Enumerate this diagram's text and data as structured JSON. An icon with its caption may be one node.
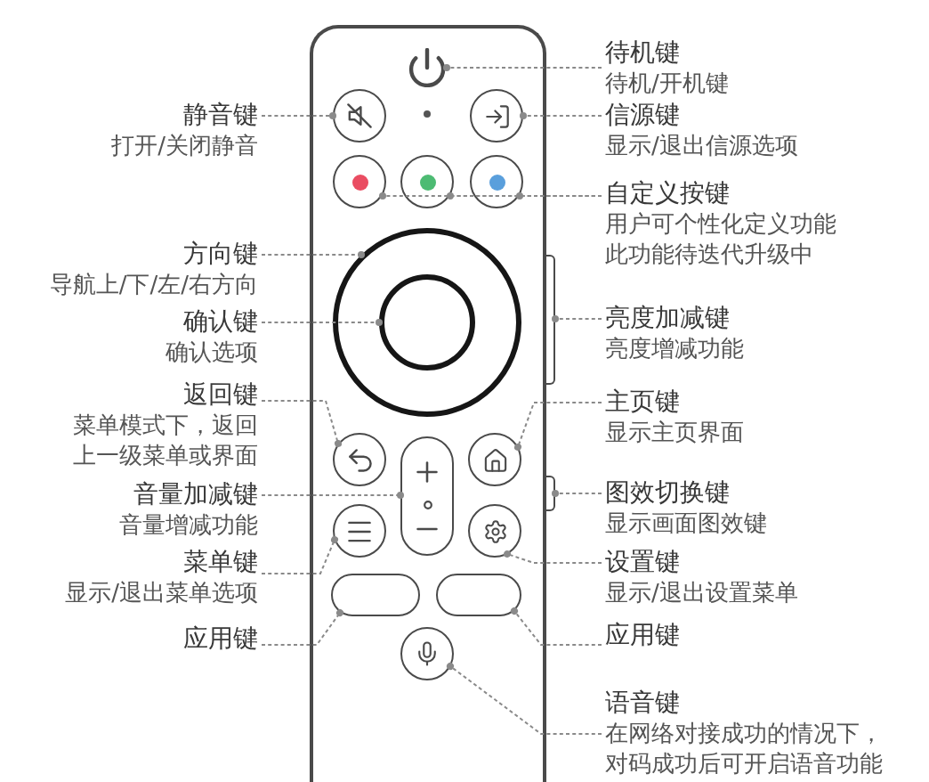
{
  "diagram": {
    "nodes": [
      {
        "text": [],
        "shape": "picture"
      },
      {
        "text": [
          "待机键",
          "待机/开机键"
        ]
      },
      {
        "text": [],
        "shape": "circle"
      },
      {
        "text": [
          "静音键",
          "打开/关闭静音"
        ]
      },
      {
        "text": [],
        "shape": "circle"
      },
      {
        "text": [
          "信源键",
          "显示/退出信源选项"
        ]
      },
      {
        "text": [],
        "shape": "circle"
      },
      {
        "text": [],
        "shape": "circle"
      },
      {
        "text": [],
        "shape": "circle"
      },
      {
        "text": [
          "自定义按键",
          "用户可个性化定义功能",
          "此功能待迭代升级中"
        ]
      },
      {
        "text": [],
        "shape": "circle"
      },
      {
        "text": [
          "方向键",
          "导航上/下/左/右方向"
        ]
      },
      {
        "text": [],
        "shape": "circle",
        "in": 10
      },
      {
        "text": [
          "确认键",
          "确认选项"
        ]
      },
      {
        "text": [],
        "shape": "bar"
      },
      {
        "text": [
          "亮度加减键",
          "亮度增减功能"
        ]
      },
      {
        "text": [],
        "shape": "circle"
      },
      {
        "text": [
          "返回键",
          "菜单模式下，返回上一级菜单或界面"
        ]
      },
      {
        "text": [],
        "shape": "circle"
      },
      {
        "text": [
          "主页键",
          "显示主页界面"
        ]
      },
      {
        "text": [],
        "shape": "box"
      },
      {
        "text": [
          "音量加减键",
          "音量增减功能"
        ]
      },
      {
        "text": [],
        "shape": "bar"
      },
      {
        "text": [
          "图效切换键",
          "显示画面图效键"
        ]
      },
      {
        "text": [],
        "shape": "circle"
      },
      {
        "text": [
          "菜单键",
          "显示/退出菜单选项"
        ]
      },
      {
        "text": [],
        "shape": "circle"
      },
      {
        "text": [
          "设置键",
          "显示/退出设置菜单"
        ]
      },
      {
        "text": [],
        "shape": "box"
      },
      {
        "text": [
          "应用键"
        ]
      },
      {
        "text": [],
        "shape": "box"
      },
      {
        "text": [
          "应用键"
        ]
      },
      {
        "text": [],
        "shape": "circle"
      },
      {
        "text": [
          "语音键",
          "在网络对接成功的情况下，对码成功后可开启语音功能"
        ]
      }
    ],
    "edges": [
      {
        "from": 1,
        "to": 0,
        "arrow": "other"
      },
      {
        "from": 3,
        "to": 2,
        "arrow": "other"
      },
      {
        "from": 5,
        "to": 4,
        "arrow": "other"
      },
      {
        "from": 9,
        "to": 8,
        "arrow": "other"
      },
      {
        "from": 9,
        "to": 7,
        "arrow": "other"
      },
      {
        "from": 9,
        "to": 6,
        "arrow": "other"
      },
      {
        "from": 11,
        "to": 10,
        "arrow": "other"
      },
      {
        "from": 13,
        "to": 12,
        "arrow": "other"
      },
      {
        "from": 15,
        "to": 14,
        "arrow": "other"
      },
      {
        "from": 17,
        "to": 16,
        "arrow": "other"
      },
      {
        "from": 19,
        "to": 18,
        "arrow": "other"
      },
      {
        "from": 21,
        "to": 20,
        "arrow": "other"
      },
      {
        "from": 23,
        "to": 22,
        "arrow": "other"
      },
      {
        "from": 25,
        "to": 24,
        "arrow": "other"
      },
      {
        "from": 27,
        "to": 26,
        "arrow": "other"
      },
      {
        "from": 29,
        "to": 28,
        "arrow": "other"
      },
      {
        "from": 31,
        "to": 30,
        "arrow": "other"
      },
      {
        "from": 33,
        "to": 32,
        "arrow": "other"
      }
    ]
  }
}
